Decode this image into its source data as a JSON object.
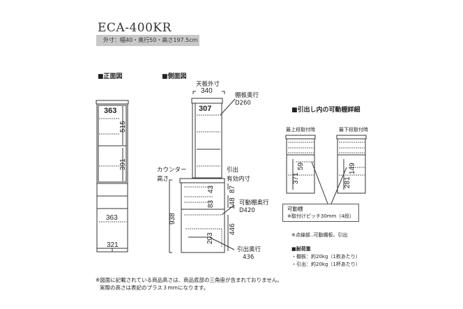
{
  "title": "ECA-400KR",
  "spec_bar": "外寸：幅40・奥行50・高さ197.5cm",
  "sections": {
    "front": "■正面図",
    "side": "■側面図",
    "drawer_detail": "■引出し内の可動棚詳細"
  },
  "front_view": {
    "dims": {
      "top_inner_width": "363",
      "upper_height": "515",
      "middle_height": "391",
      "lower_width": "363",
      "bottom_width": "321"
    }
  },
  "side_view": {
    "top_label": "天板外寸",
    "top_outer": "340",
    "inner_depth": "307",
    "shelf_depth_label": "棚板奥行",
    "shelf_depth_value": "D260",
    "counter_label_1": "カウンター",
    "counter_label_2": "高さ",
    "counter_height": "938",
    "drawer_inner_label_1": "引出",
    "drawer_inner_label_2": "有効内寸",
    "dims": {
      "d43": "43",
      "d83": "83",
      "d87": "87",
      "d148": "148",
      "d446": "446",
      "d203": "203"
    },
    "movable_shelf_label": "可動棚奥行",
    "movable_shelf_value": "D420",
    "drawer_depth_label": "引出奥行",
    "drawer_depth_value": "436"
  },
  "drawer_detail": {
    "top_mount_label": "最上段取付時",
    "bottom_mount_label": "最下段取付時",
    "top_dims": {
      "a": "59",
      "b": "371"
    },
    "bottom_dims": {
      "a": "149",
      "b": "281"
    },
    "box_line1": "可動棚",
    "box_line2": "※取付けピッチ30mm（4段）",
    "dotted_note": "※点線部‥可動棚板、引出",
    "load_title": "■耐荷重",
    "load_shelf": "・棚板：約20kg（1枚あたり）",
    "load_drawer": "・引出：約20kg（1杯あたり）"
  },
  "footnote": {
    "line1": "※図面に記載されている商品高さは、商品底部の三角座が含まれておりません。",
    "line2": "実際の高さは表記のプラス３mmになります。"
  }
}
